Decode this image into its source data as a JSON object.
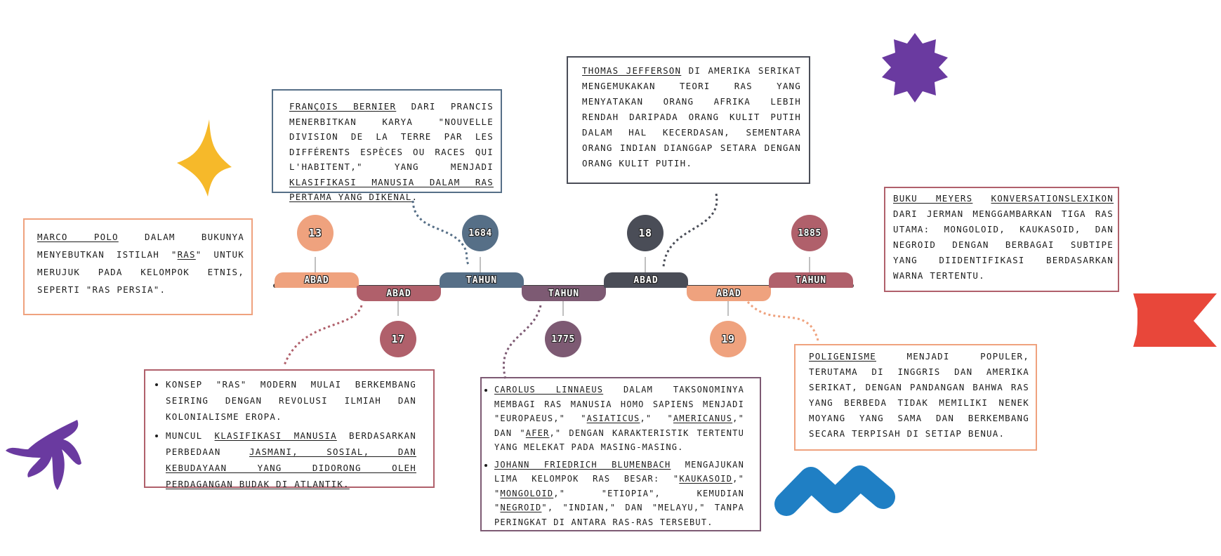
{
  "colors": {
    "peach": "#efa27e",
    "rose": "#b0606b",
    "slate": "#566f87",
    "mauve": "#7d5a73",
    "charcoal": "#4a4d57",
    "purple": "#6a3aa0",
    "yellow": "#f6b92a",
    "red": "#e8473a",
    "blue": "#1f7fc4"
  },
  "timeline": [
    {
      "number": "13",
      "label": "ABAD",
      "color": "peach"
    },
    {
      "number": "17",
      "label": "ABAD",
      "color": "rose"
    },
    {
      "number": "1684",
      "label": "TAHUN",
      "color": "slate"
    },
    {
      "number": "1775",
      "label": "TAHUN",
      "color": "mauve"
    },
    {
      "number": "18",
      "label": "ABAD",
      "color": "charcoal"
    },
    {
      "number": "19",
      "label": "ABAD",
      "color": "peach"
    },
    {
      "number": "1885",
      "label": "TAHUN",
      "color": "rose"
    }
  ],
  "cards": {
    "marco_polo": {
      "name": "MARCO POLO",
      "t1": " DALAM BUKUNYA MENYEBUTKAN ISTILAH \"",
      "term": "RAS",
      "t2": "\" UNTUK MERUJUK PADA KELOMPOK ETNIS, SEPERTI \"RAS PERSIA\"."
    },
    "century17": {
      "b1": "KONSEP \"RAS\" MODERN MULAI BERKEMBANG SEIRING DENGAN REVOLUSI ILMIAH DAN KOLONIALISME EROPA.",
      "b2a": "MUNCUL ",
      "b2b": "KLASIFIKASI MANUSIA",
      "b2c": " BERDASARKAN PERBEDAAN ",
      "b2d": "JASMANI, SOSIAL, DAN KEBUDAYAAN YANG DIDORONG OLEH PERDAGANGAN BUDAK DI ATLANTIK."
    },
    "bernier": {
      "name": "FRANÇOIS BERNIER",
      "t1": " DARI PRANCIS MENERBITKAN KARYA \"NOUVELLE DIVISION DE LA TERRE PAR LES DIFFÉRENTS ESPÈCES OU RACES QUI L'HABITENT,\" YANG MENJADI ",
      "link": "KLASIFIKASI MANUSIA DALAM RAS PERTAMA YANG DIKENAL",
      "t2": "."
    },
    "linnaeus": {
      "name": "CAROLUS LINNAEUS",
      "t1": " DALAM TAKSONOMINYA MEMBAGI RAS MANUSIA HOMO SAPIENS MENJADI \"EUROPAEUS,\" \"",
      "asiaticus": "ASIATICUS",
      "t2": ",\" \"",
      "americanus": "AMERICANUS",
      "t3": ",\" DAN \"",
      "afer": "AFER",
      "t4": ",\" DENGAN KARAKTERISTIK TERTENTU YANG MELEKAT PADA MASING-MASING.",
      "name2": "JOHANN FRIEDRICH BLUMENBACH",
      "u1": " MENGAJUKAN LIMA KELOMPOK RAS BESAR: \"",
      "kaukasoid": "KAUKASOID",
      "u2": ",\" \"",
      "mongoloid": "MONGOLOID",
      "u3": ",\" \"ETIOPIA\", KEMUDIAN \"",
      "negroid": "NEGROID",
      "u4": "\", \"INDIAN,\" DAN \"MELAYU,\" TANPA PERINGKAT DI ANTARA RAS-RAS TERSEBUT."
    },
    "jefferson": {
      "name": "THOMAS JEFFERSON",
      "t1": " DI AMERIKA SERIKAT MENGEMUKAKAN TEORI RAS YANG MENYATAKAN ORANG AFRIKA LEBIH RENDAH DARIPADA ORANG KULIT PUTIH DALAM HAL KECERDASAN, SEMENTARA ORANG INDIAN DIANGGAP SETARA DENGAN ORANG KULIT PUTIH."
    },
    "poligenisme": {
      "term": "POLIGENISME",
      "t1": " MENJADI POPULER, TERUTAMA DI INGGRIS DAN AMERIKA SERIKAT, DENGAN PANDANGAN BAHWA RAS YANG BERBEDA TIDAK MEMILIKI NENEK MOYANG YANG SAMA DAN BERKEMBANG SECARA TERPISAH DI SETIAP BENUA."
    },
    "meyers": {
      "name1": "BUKU MEYERS",
      "sp": " ",
      "name2": "KONVERSATIONSLEXIKON",
      "t1": " DARI JERMAN MENGGAMBARKAN TIGA RAS UTAMA: MONGOLOID, KAUKASOID, DAN NEGROID DENGAN BERBAGAI SUBTIPE YANG DIIDENTIFIKASI BERDASARKAN WARNA TERTENTU."
    }
  }
}
